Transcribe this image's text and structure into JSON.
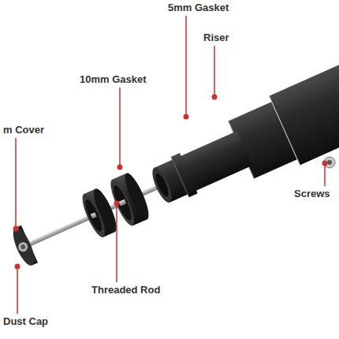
{
  "diagram": {
    "labels": [
      "5mm Gasket",
      "Riser",
      "10mm Gasket",
      "m Cover",
      "Screws",
      "Threaded Rod",
      "Dust Cap"
    ]
  }
}
